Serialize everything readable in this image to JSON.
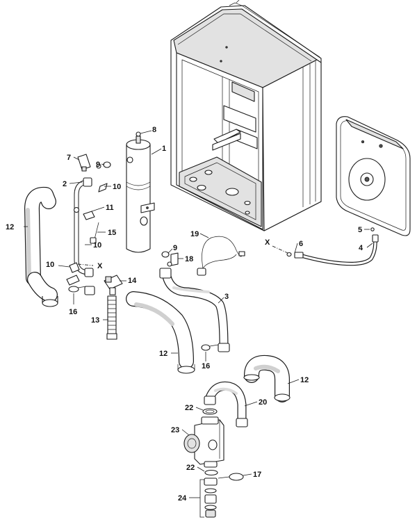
{
  "diagram": {
    "type": "exploded-parts-diagram",
    "callouts": [
      {
        "id": "c1",
        "text": "1"
      },
      {
        "id": "c2",
        "text": "2"
      },
      {
        "id": "c3",
        "text": "3"
      },
      {
        "id": "c4",
        "text": "4"
      },
      {
        "id": "c5",
        "text": "5"
      },
      {
        "id": "c6",
        "text": "6"
      },
      {
        "id": "c7",
        "text": "7"
      },
      {
        "id": "c8",
        "text": "8"
      },
      {
        "id": "c9a",
        "text": "9"
      },
      {
        "id": "c9b",
        "text": "9"
      },
      {
        "id": "c10a",
        "text": "10"
      },
      {
        "id": "c10b",
        "text": "10"
      },
      {
        "id": "c10c",
        "text": "10"
      },
      {
        "id": "c11",
        "text": "11"
      },
      {
        "id": "c12a",
        "text": "12"
      },
      {
        "id": "c12b",
        "text": "12"
      },
      {
        "id": "c12c",
        "text": "12"
      },
      {
        "id": "c13",
        "text": "13"
      },
      {
        "id": "c14",
        "text": "14"
      },
      {
        "id": "c15",
        "text": "15"
      },
      {
        "id": "c16a",
        "text": "16"
      },
      {
        "id": "c16b",
        "text": "16"
      },
      {
        "id": "c17",
        "text": "17"
      },
      {
        "id": "c18",
        "text": "18"
      },
      {
        "id": "c19",
        "text": "19"
      },
      {
        "id": "c20",
        "text": "20"
      },
      {
        "id": "c22a",
        "text": "22"
      },
      {
        "id": "c22b",
        "text": "22"
      },
      {
        "id": "c23",
        "text": "23"
      },
      {
        "id": "c24",
        "text": "24"
      }
    ],
    "connection_marks": [
      {
        "id": "xa",
        "text": "X"
      },
      {
        "id": "xb",
        "text": "X"
      }
    ]
  }
}
